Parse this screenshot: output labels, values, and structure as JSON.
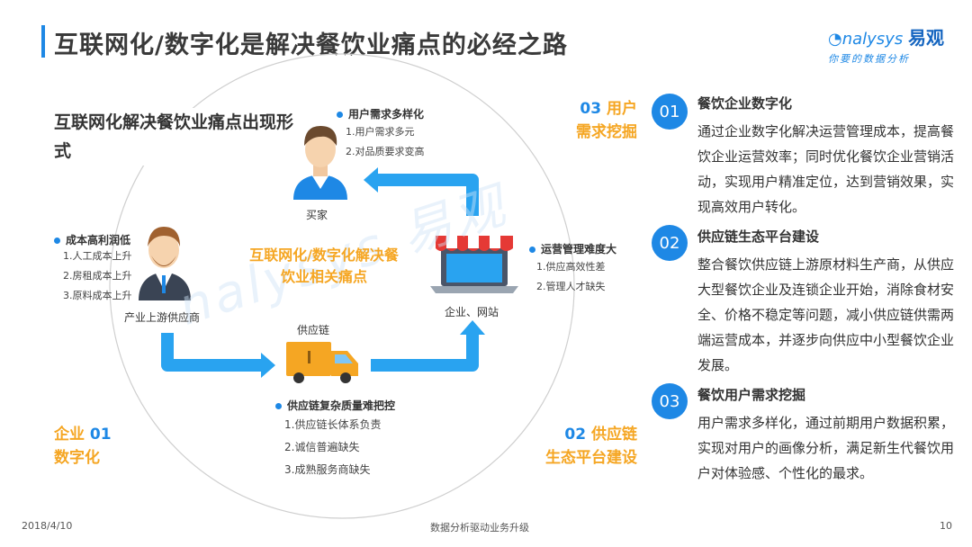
{
  "title": "互联网化/数字化是解决餐饮业痛点的必经之路",
  "logo": {
    "brand": "nalysys",
    "brand_cn": "易观",
    "slogan": "你要的数据分析"
  },
  "diagram": {
    "heading": "互联网化解决餐饮业痛点出现形式",
    "center": "互联网化/数字化解决餐饮业相关痛点",
    "watermark": "nalysys 易观",
    "buyer": {
      "label": "买家",
      "title": "用户需求多样化",
      "points": [
        "1.用户需求多元",
        "2.对品质要求变高"
      ]
    },
    "supplier": {
      "label": "产业上游供应商",
      "title": "成本高利润低",
      "points": [
        "1.人工成本上升",
        "2.房租成本上升",
        "3.原料成本上升"
      ]
    },
    "web": {
      "label": "企业、网站",
      "title": "运营管理难度大",
      "points": [
        "1.供应高效性差",
        "2.管理人才缺失"
      ]
    },
    "chain": {
      "label": "供应链",
      "title": "供应链复杂质量难把控",
      "points": [
        "1.供应链长体系负责",
        "2.诚信普遍缺失",
        "3.成熟服务商缺失"
      ]
    },
    "corner_tr": {
      "num": "03",
      "line1": "用户",
      "line2": "需求挖掘"
    },
    "corner_bl": {
      "num": "01",
      "line1": "企业",
      "line2": "数字化"
    },
    "corner_br": {
      "num": "02",
      "line1": "供应链",
      "line2": "生态平台建设"
    }
  },
  "right": [
    {
      "num": "01",
      "title": "餐饮企业数字化",
      "body": "通过企业数字化解决运营管理成本，提高餐饮企业运营效率；同时优化餐饮企业营销活动，实现用户精准定位，达到营销效果，实现高效用户转化。"
    },
    {
      "num": "02",
      "title": "供应链生态平台建设",
      "body": "整合餐饮供应链上游原材料生产商，从供应大型餐饮企业及连锁企业开始，消除食材安全、价格不稳定等问题，减小供应链供需两端运营成本，并逐步向供应中小型餐饮企业发展。"
    },
    {
      "num": "03",
      "title": "餐饮用户需求挖掘",
      "body": "用户需求多样化，通过前期用户数据积累，实现对用户的画像分析，满足新生代餐饮用户对体验感、个性化的最求。"
    }
  ],
  "footer": {
    "date": "2018/4/10",
    "center": "数据分析驱动业务升级",
    "page": "10"
  },
  "colors": {
    "accent": "#1e88e5",
    "orange": "#f5a623",
    "arrow": "#29a3f0"
  }
}
